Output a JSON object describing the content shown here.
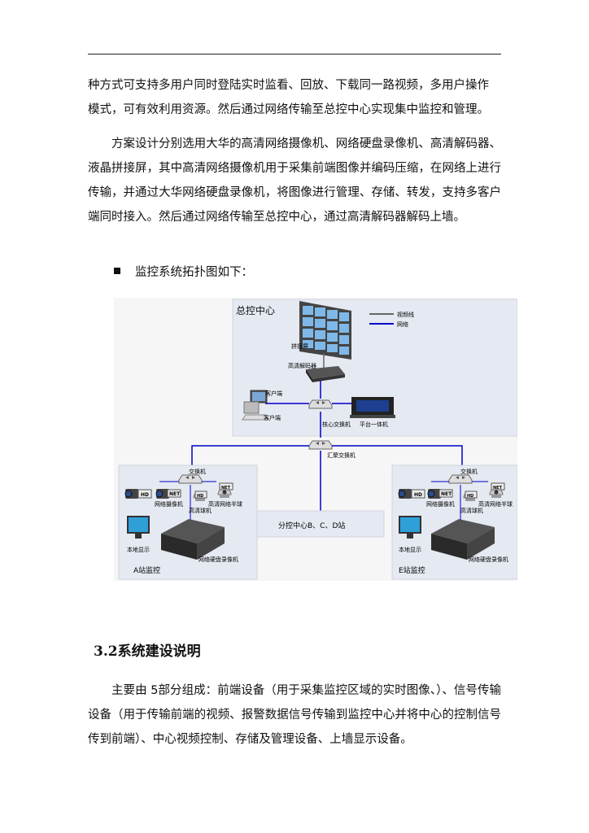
{
  "para1": [
    "种方式可支持多用户同时登陆实时监看、回放、下载同一路视频，多用户操作",
    "模式，可有效利用资源。然后通过网络传输至总控中心实现集中监控和管理。"
  ],
  "para2": "方案设计分别选用大华的高清网络摄像机、网络硬盘录像机、高清解码器、液晶拼接屏，其中高清网络摄像机用于采集前端图像并编码压缩，在网络上进行传输，并通过大华网络硬盘录像机，将图像进行管理、存储、转发，支持多客户端同时接入。然后通过网络传输至总控中心，通过高清解码器解码上墙。",
  "bullet": "监控系统拓扑图如下：",
  "diagram": {
    "center_title": "总控中心",
    "legend": [
      {
        "label": "视频线",
        "color": "#666666"
      },
      {
        "label": "网络",
        "color": "#0000cc"
      }
    ],
    "video_wall": "拼接屏",
    "decoder": "高清解码器",
    "client1": "客户端",
    "client2": "客户端",
    "core_switch": "核心交换机",
    "platform": "平台一体机",
    "agg_switch": "汇聚交换机",
    "sub_center": "分控中心B、C、D站",
    "station_a": {
      "title": "A站监控",
      "switch": "交换机",
      "cam_ip": "网络摄像机",
      "cam_hd": "高清球机",
      "dome": "高清网络半球",
      "local": "本地显示",
      "nvr": "网络硬盘录像机"
    },
    "station_e": {
      "title": "E站监控",
      "switch": "交换机",
      "cam_ip": "网络摄像机",
      "cam_hd": "高清球机",
      "dome": "高清网络半球",
      "local": "本地显示",
      "nvr": "网络硬盘录像机"
    },
    "badge_hd": "HD",
    "badge_net": "NET"
  },
  "heading": "3.2系统建设说明",
  "para3": "主要由 5部分组成：前端设备（用于采集监控区域的实时图像、）、信号传输设备（用于传输前端的视频、报警数据信号传输到监控中心并将中心的控制信号传到前端）、中心视频控制、存储及管理设备、上墙显示设备。"
}
